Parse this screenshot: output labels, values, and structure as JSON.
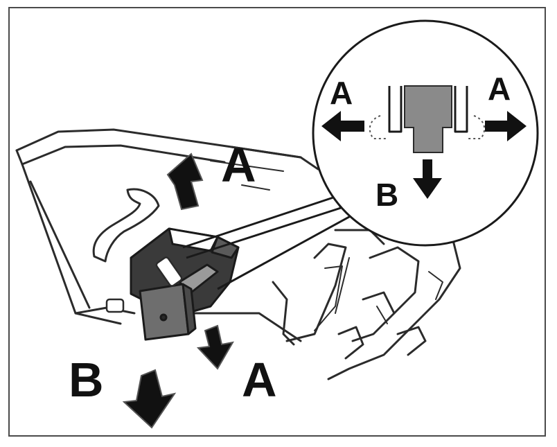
{
  "figure": {
    "description_labels": {
      "main_up_label": "A",
      "main_down_label": "A",
      "main_b_label": "B",
      "inset_left_label": "A",
      "inset_right_label": "A",
      "inset_b_label": "B"
    },
    "colors": {
      "ink": "#111111",
      "line": "#2b2b2b",
      "fuse_body": "#6e6e6e",
      "fuse_inset": "#8a8a8a",
      "tool_dark": "#3a3a3a",
      "background": "#ffffff"
    }
  }
}
